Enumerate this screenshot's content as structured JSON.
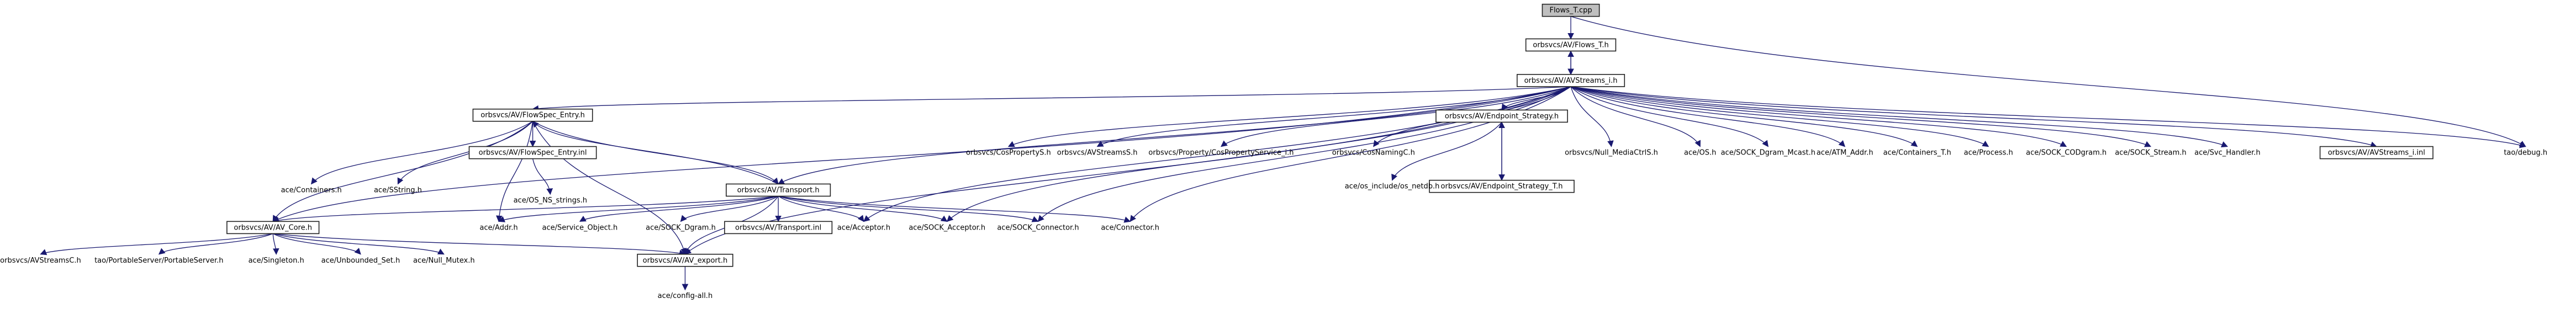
{
  "graph": {
    "nodes": {
      "flows_t_cpp": {
        "label": "Flows_T.cpp",
        "style": "root"
      },
      "flows_t_h": {
        "label": "orbsvcs/AV/Flows_T.h",
        "style": "boxed"
      },
      "avstreams_i_h": {
        "label": "orbsvcs/AV/AVStreams_i.h",
        "style": "boxed"
      },
      "flowspec_entry_h": {
        "label": "orbsvcs/AV/FlowSpec_Entry.h",
        "style": "boxed"
      },
      "transport_h": {
        "label": "orbsvcs/AV/Transport.h",
        "style": "boxed"
      },
      "av_core_h": {
        "label": "orbsvcs/AV/AV_Core.h",
        "style": "boxed"
      },
      "av_export_h": {
        "label": "orbsvcs/AV/AV_export.h",
        "style": "boxed"
      },
      "config_all_h": {
        "label": "ace/config-all.h",
        "style": "plain"
      },
      "flowspec_entry_inl": {
        "label": "orbsvcs/AV/FlowSpec_Entry.inl",
        "style": "boxed"
      },
      "transport_inl": {
        "label": "orbsvcs/AV/Transport.inl",
        "style": "boxed"
      },
      "endpoint_strategy_h": {
        "label": "orbsvcs/AV/Endpoint_Strategy.h",
        "style": "boxed"
      },
      "endpoint_strategy_t_h": {
        "label": "orbsvcs/AV/Endpoint_Strategy_T.h",
        "style": "boxed"
      },
      "avstreams_i_inl": {
        "label": "orbsvcs/AV/AVStreams_i.inl",
        "style": "boxed"
      },
      "containers_h": {
        "label": "ace/Containers.h",
        "style": "plain"
      },
      "sstring_h": {
        "label": "ace/SString.h",
        "style": "plain"
      },
      "os_ns_strings_h": {
        "label": "ace/OS_NS_strings.h",
        "style": "plain"
      },
      "addr_h": {
        "label": "ace/Addr.h",
        "style": "plain"
      },
      "service_object_h": {
        "label": "ace/Service_Object.h",
        "style": "plain"
      },
      "sock_dgram_h": {
        "label": "ace/SOCK_Dgram.h",
        "style": "plain"
      },
      "acceptor_h": {
        "label": "ace/Acceptor.h",
        "style": "plain"
      },
      "sock_acceptor_h": {
        "label": "ace/SOCK_Acceptor.h",
        "style": "plain"
      },
      "sock_connector_h": {
        "label": "ace/SOCK_Connector.h",
        "style": "plain"
      },
      "connector_h": {
        "label": "ace/Connector.h",
        "style": "plain"
      },
      "avstreamsc_h": {
        "label": "orbsvcs/AVStreamsC.h",
        "style": "plain"
      },
      "printableserver_h": {
        "label": "tao/PortableServer/PortableServer.h",
        "style": "plain"
      },
      "singleton_h": {
        "label": "ace/Singleton.h",
        "style": "plain"
      },
      "unbounded_set_h": {
        "label": "ace/Unbounded_Set.h",
        "style": "plain"
      },
      "null_mutex_h": {
        "label": "ace/Null_Mutex.h",
        "style": "plain"
      },
      "cosproperty_s_h": {
        "label": "orbsvcs/CosPropertyS.h",
        "style": "plain"
      },
      "avstreams_s_h": {
        "label": "orbsvcs/AVStreamsS.h",
        "style": "plain"
      },
      "cospropertyservice_i_h": {
        "label": "orbsvcs/Property/CosPropertyService_i.h",
        "style": "plain"
      },
      "cosnamingc_h": {
        "label": "orbsvcs/CosNamingC.h",
        "style": "plain"
      },
      "os_include_netdb_h": {
        "label": "ace/os_include/os_netdb.h",
        "style": "plain"
      },
      "null_mediactrl_h": {
        "label": "orbsvcs/Null_MediaCtrlS.h",
        "style": "plain"
      },
      "os_h": {
        "label": "ace/OS.h",
        "style": "plain"
      },
      "sock_dgram_mcast_h": {
        "label": "ace/SOCK_Dgram_Mcast.h",
        "style": "plain"
      },
      "atm_addr_h": {
        "label": "ace/ATM_Addr.h",
        "style": "plain"
      },
      "containers_t_h": {
        "label": "ace/Containers_T.h",
        "style": "plain"
      },
      "process_h": {
        "label": "ace/Process.h",
        "style": "plain"
      },
      "sock_codgram_h": {
        "label": "ace/SOCK_CODgram.h",
        "style": "plain"
      },
      "sock_stream_h": {
        "label": "ace/SOCK_Stream.h",
        "style": "plain"
      },
      "svc_handler_h": {
        "label": "ace/Svc_Handler.h",
        "style": "plain"
      },
      "tao_debug_h": {
        "label": "tao/debug.h",
        "style": "plain"
      }
    },
    "colors": {
      "edge": "#191970",
      "root_fill": "#bfbfbf",
      "node_fill": "#ffffff",
      "node_border": "#222222",
      "text": "#000000"
    }
  }
}
